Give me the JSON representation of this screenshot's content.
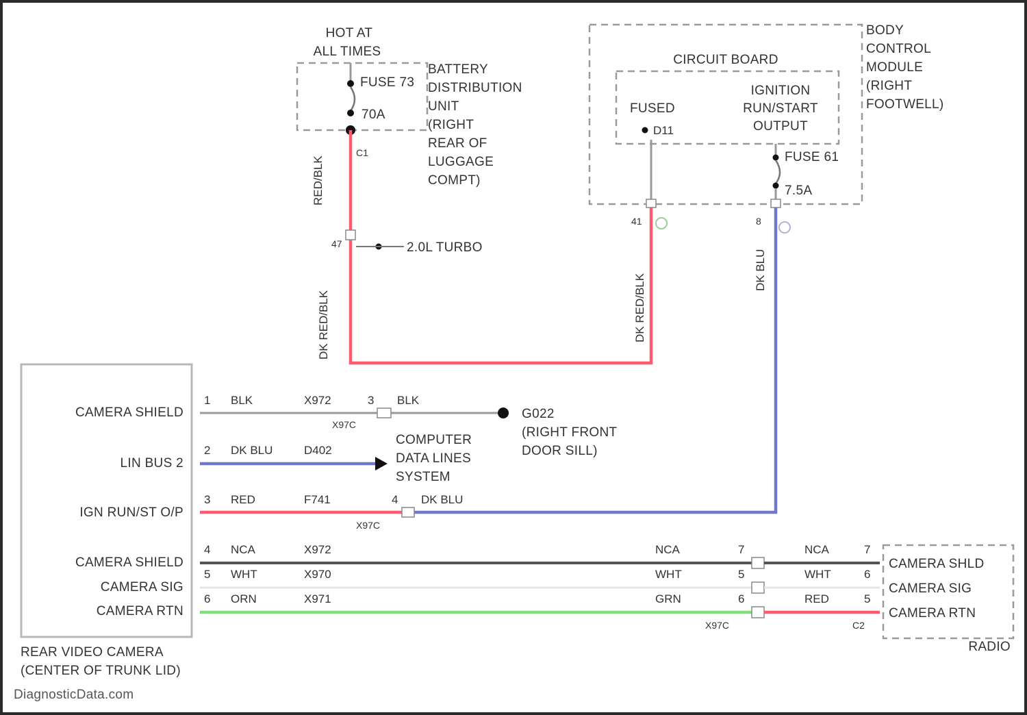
{
  "colors": {
    "red_wire": "#ff5a6e",
    "blue_wire": "#6f78c9",
    "green_wire": "#7ee07a",
    "gray_wire": "#9a9a9a",
    "white_wire": "#e6e6e6"
  },
  "battery": {
    "hot_line1": "HOT AT",
    "hot_line2": "ALL TIMES",
    "fuse_label": "FUSE 73",
    "fuse_rating": "70A",
    "unit_lines": [
      "BATTERY",
      "DISTRIBUTION",
      "UNIT",
      "(RIGHT",
      "REAR OF",
      "LUGGAGE",
      "COMPT)"
    ],
    "wire_color": "RED/BLK",
    "connector_ref": "C1",
    "branch_label": "2.0L TURBO",
    "wire_out_color": "DK RED/BLK"
  },
  "bcm": {
    "name_lines": [
      "BODY",
      "CONTROL",
      "MODULE",
      "(RIGHT",
      "FOOTWELL)"
    ],
    "circuit_board": "CIRCUIT BOARD",
    "fused": "FUSED",
    "fused_ref": "D11",
    "ignition_lines": [
      "IGNITION",
      "RUN/START",
      "OUTPUT"
    ],
    "fuse_label": "FUSE 61",
    "fuse_rating": "7.5A",
    "wire_left_color": "DK RED/BLK",
    "wire_right_color": "DK BLU",
    "pin_left": "41",
    "pin_right": "8"
  },
  "camera": {
    "pins": [
      {
        "num": "1",
        "label": "CAMERA SHIELD",
        "color": "BLK",
        "circuit": "X972"
      },
      {
        "num": "2",
        "label": "LIN BUS 2",
        "color": "DK BLU",
        "circuit": "D402"
      },
      {
        "num": "3",
        "label": "IGN RUN/ST O/P",
        "color": "RED",
        "circuit": "F741"
      },
      {
        "num": "4",
        "label": "CAMERA SHIELD",
        "color": "NCA",
        "circuit": "X972"
      },
      {
        "num": "5",
        "label": "CAMERA SIG",
        "color": "WHT",
        "circuit": "X970"
      },
      {
        "num": "6",
        "label": "CAMERA RTN",
        "color": "ORN",
        "circuit": "X971"
      }
    ],
    "name_line1": "REAR VIDEO CAMERA",
    "name_line2": "(CENTER OF TRUNK LID)"
  },
  "ground": {
    "pin": "3",
    "color": "BLK",
    "connector": "X97C",
    "label_line1": "G022",
    "label_line2": "(RIGHT FRONT",
    "label_line3": "DOOR SILL)"
  },
  "data_lines": [
    "COMPUTER",
    "DATA LINES",
    "SYSTEM"
  ],
  "splice": {
    "pin": "4",
    "color": "DK BLU",
    "connector": "X97C"
  },
  "mid": {
    "colors": [
      "NCA",
      "WHT",
      "GRN"
    ],
    "pins": [
      "7",
      "5",
      "6"
    ],
    "connector": "X97C"
  },
  "radio": {
    "colors": [
      "NCA",
      "WHT",
      "RED"
    ],
    "pins": [
      "7",
      "6",
      "5"
    ],
    "labels": [
      "CAMERA SHLD",
      "CAMERA SIG",
      "CAMERA RTN"
    ],
    "connector": "C2",
    "name": "RADIO"
  },
  "watermark": "DiagnosticData.com"
}
